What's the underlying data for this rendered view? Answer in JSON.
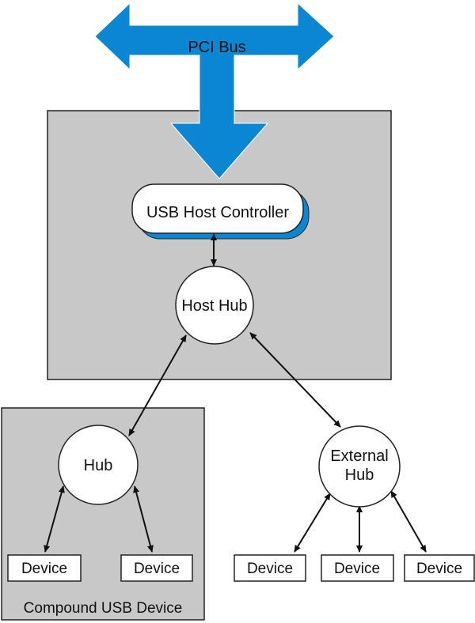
{
  "colors": {
    "bus_blue": "#0a86d3",
    "panel_gray": "#c8c8c8",
    "outline": "#222222",
    "node_fill": "#ffffff",
    "text": "#111111"
  },
  "bus": {
    "label": "PCI Bus"
  },
  "host_system": {
    "controller_label": "USB Host Controller",
    "host_hub_label": "Host Hub"
  },
  "compound_device": {
    "caption": "Compound USB Device",
    "hub_label": "Hub",
    "devices": [
      "Device",
      "Device"
    ]
  },
  "external_hub": {
    "label_line1": "External",
    "label_line2": "Hub",
    "devices": [
      "Device",
      "Device",
      "Device"
    ]
  }
}
